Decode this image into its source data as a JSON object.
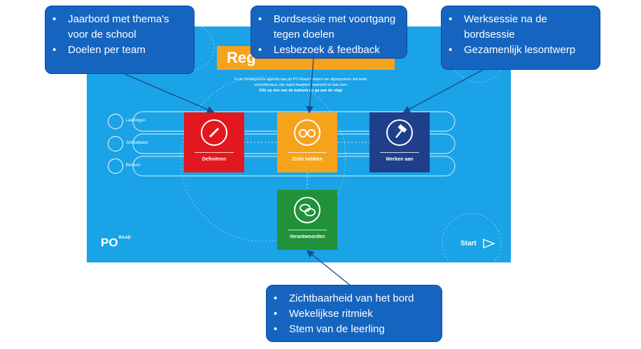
{
  "screen": {
    "title_fragment": "Reg",
    "intro_lines": [
      "In de Strategische agenda van de PO-Raad hebben we afgesproken dat ieder",
      "schoolbestuur zijn eigen kwaliteit nastreeft en laat zien.",
      "Klik op één van de buttons en ga aan de slag!"
    ],
    "roles": [
      "Leerlingen",
      "Schoolteam",
      "Bestuur"
    ],
    "tiles": {
      "definieren": "Definiëren",
      "zicht": "Zicht hebben",
      "werken": "Werken aan",
      "verantwoorden": "Verantwoorden"
    },
    "logo": {
      "main": "PO",
      "sub": "RAAD"
    },
    "start_label": "Start",
    "colors": {
      "background": "#1aa3e6",
      "red": "#e3171e",
      "orange": "#f7a21b",
      "navy": "#1f3f8b",
      "green": "#21913a",
      "callout": "#1565c0"
    }
  },
  "callouts": {
    "definieren": [
      "Jaarbord met thema's voor de school",
      "Doelen per team"
    ],
    "zicht": [
      "Bordsessie met voortgang tegen doelen",
      "Lesbezoek & feedback"
    ],
    "werken": [
      "Werksessie na de bordsessie",
      "Gezamenlijk lesontwerp"
    ],
    "verantwoorden": [
      "Zichtbaarheid van het bord",
      "Wekelijkse ritmiek",
      "Stem van de leerling"
    ]
  }
}
